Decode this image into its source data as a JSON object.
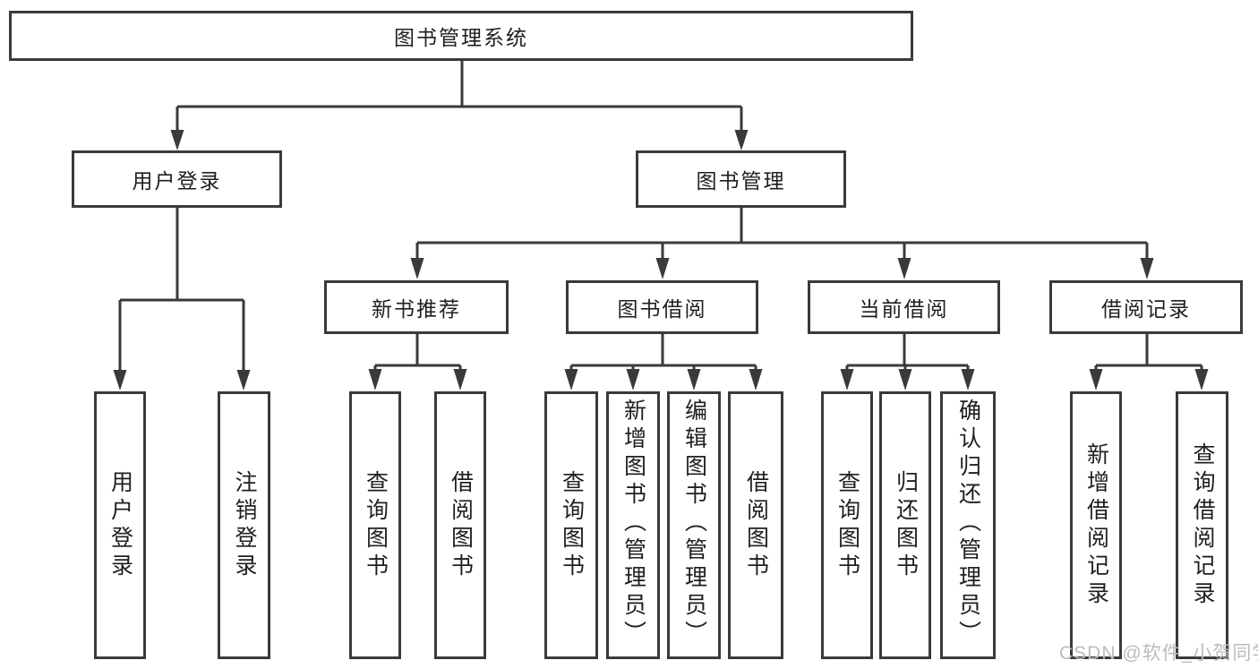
{
  "tree": {
    "label": "图书管理系统",
    "children": [
      {
        "label": "用户登录",
        "children": [
          {
            "label": "用户登录"
          },
          {
            "label": "注销登录"
          }
        ]
      },
      {
        "label": "图书管理",
        "children": [
          {
            "label": "新书推荐",
            "children": [
              {
                "label": "查询图书"
              },
              {
                "label": "借阅图书"
              }
            ]
          },
          {
            "label": "图书借阅",
            "children": [
              {
                "label": "查询图书"
              },
              {
                "label": "新增图书（管理员）"
              },
              {
                "label": "编辑图书（管理员）"
              },
              {
                "label": "借阅图书"
              }
            ]
          },
          {
            "label": "当前借阅",
            "children": [
              {
                "label": "查询图书"
              },
              {
                "label": "归还图书"
              },
              {
                "label": "确认归还（管理员）"
              }
            ]
          },
          {
            "label": "借阅记录",
            "children": [
              {
                "label": "新增借阅记录"
              },
              {
                "label": "查询借阅记录"
              }
            ]
          }
        ]
      }
    ]
  },
  "watermark": {
    "text": "CSDN @软件_小贺同学"
  },
  "colors": {
    "line": "#3a3a3a",
    "box_border": "#3a3a3a",
    "text": "#1f1f1f",
    "watermark": "#bcbcbc",
    "background": "#ffffff"
  }
}
